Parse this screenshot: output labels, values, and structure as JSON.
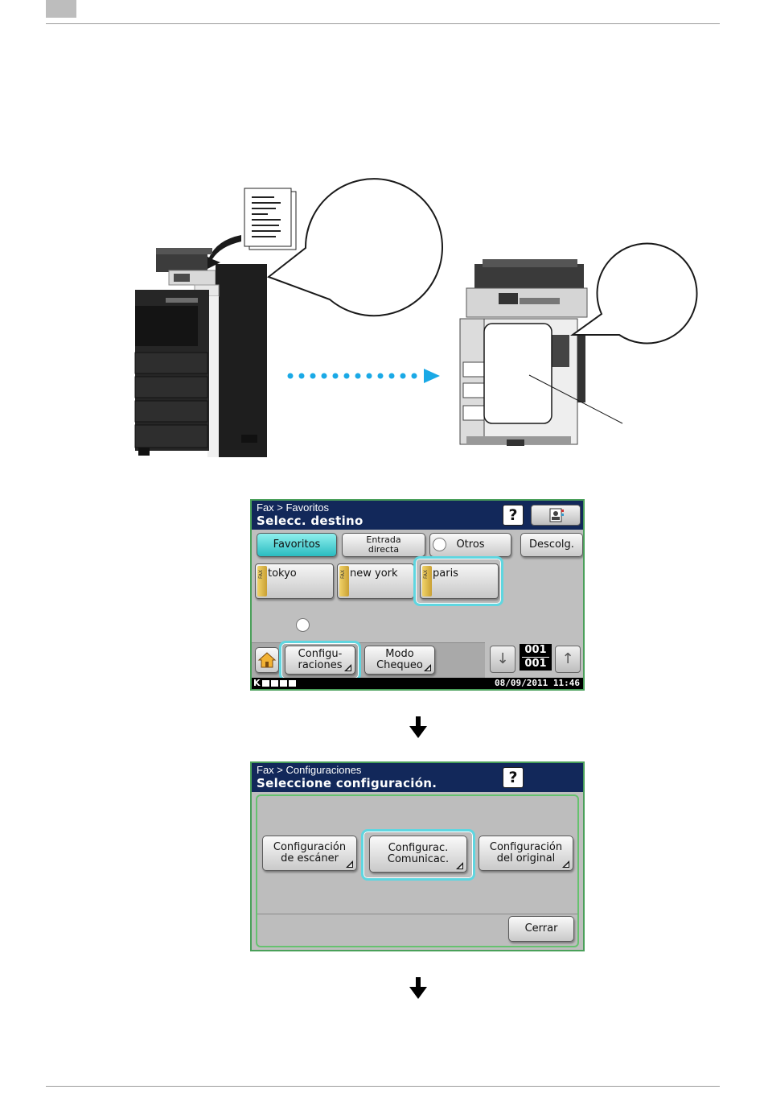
{
  "screen1": {
    "breadcrumb": "Fax > Favoritos",
    "title": "Selecc. destino",
    "help": "?",
    "tabs": {
      "favoritos": "Favoritos",
      "entrada_line1": "Entrada",
      "entrada_line2": "directa",
      "otros": "Otros",
      "descolg": "Descolg."
    },
    "destinations": [
      {
        "label": "tokyo",
        "tag": "FAX"
      },
      {
        "label": "new york",
        "tag": "FAX"
      },
      {
        "label": "paris",
        "tag": "FAX"
      }
    ],
    "config_line1": "Configu-",
    "config_line2": "raciones",
    "modo_line1": "Modo",
    "modo_line2": "Chequeo",
    "counter_current": "001",
    "counter_total": "001",
    "status_k": "K",
    "datetime": "08/09/2011  11:46"
  },
  "screen2": {
    "breadcrumb": "Fax > Configuraciones",
    "title": "Seleccione configuración.",
    "help": "?",
    "options": [
      {
        "line1": "Configuración",
        "line2": "de escáner"
      },
      {
        "line1": "Configurac.",
        "line2": "Comunicac."
      },
      {
        "line1": "Configuración",
        "line2": "del original"
      }
    ],
    "close": "Cerrar"
  },
  "colors": {
    "screen_header": "#12285a",
    "highlight": "#5fd6e0",
    "active_tab": "#2bbbc0",
    "transfer_dots": "#1aa9e6"
  }
}
